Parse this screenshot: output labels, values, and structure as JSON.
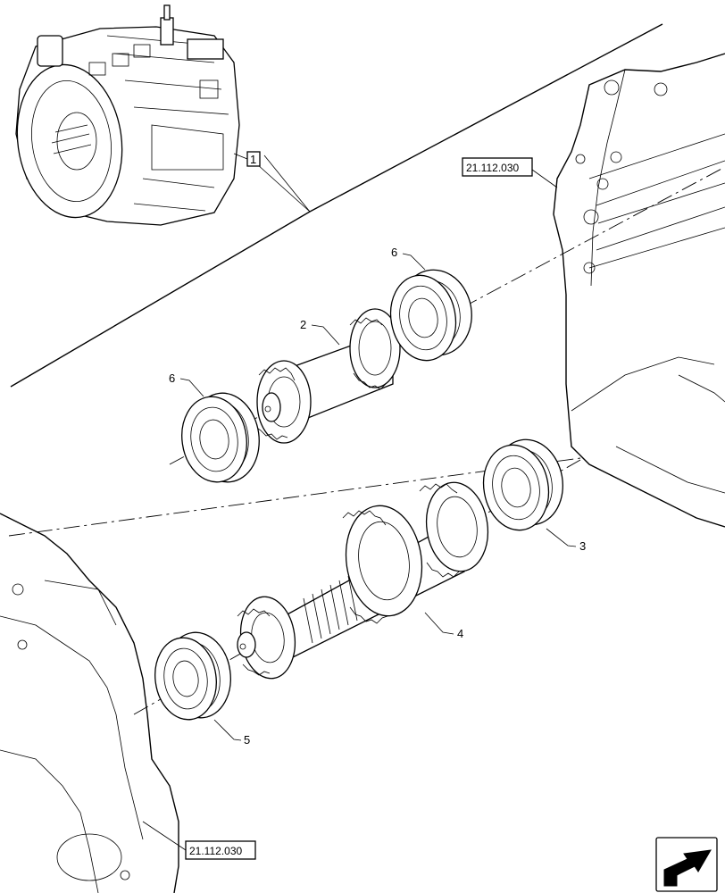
{
  "callouts": {
    "group_ref": "1",
    "shaft_upper": "2",
    "bearing_right": "3",
    "shaft_lower": "4",
    "bearing_lower_left": "5",
    "bearing_upper_right": "6",
    "bearing_upper_left": "6"
  },
  "references": {
    "top_right": "21.112.030",
    "bottom_left": "21.112.030"
  },
  "nav_icon": "arrow-next-page-icon"
}
